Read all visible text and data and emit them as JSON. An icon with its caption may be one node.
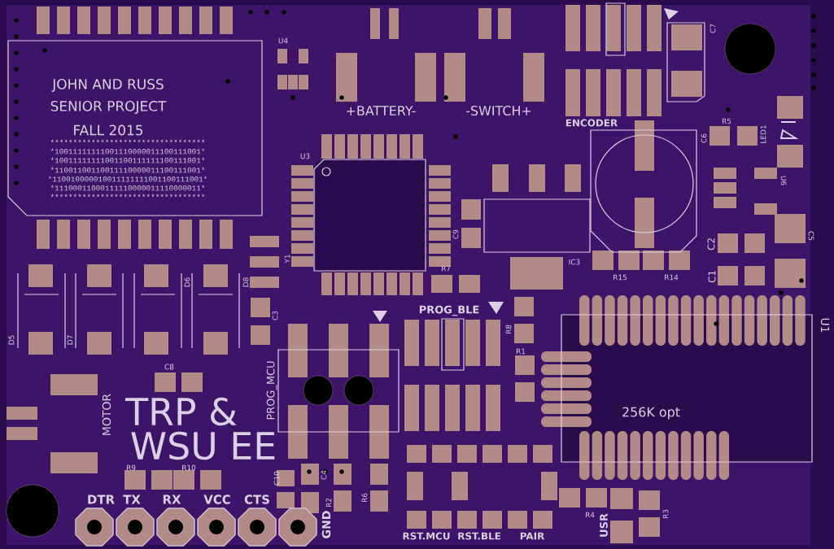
{
  "diagram": {
    "labels": [
      "U4",
      "JOHN AND RUSS",
      "SENIOR PROJECT",
      "FALL 2015",
      "**********************************",
      "*10011111111001110000011100111001*",
      "*10011111111001100111111100111001*",
      "*11001100110011110000011100111001*",
      "*110010000010011111111001100111001*",
      "*11100011000111110000011110000011*",
      "**********************************",
      "+BATTERY-",
      "-SWITCH+",
      "ENCODER",
      "U3",
      "C7",
      "R5",
      "C6",
      "LED1",
      "U6",
      "C9",
      "Y1",
      "IC3",
      "R7",
      "R15",
      "R14",
      "C2",
      "C5",
      "C1",
      "U1",
      "D5",
      "D7",
      "D6",
      "D8",
      "C3",
      "PROG_BLE",
      "R8",
      "R1",
      "C8",
      "PROG_MCU",
      "256K opt",
      "MOTOR",
      "TRP &",
      "WSU EE",
      "R9",
      "R10",
      "C10",
      "C4",
      "DTR",
      "TX",
      "RX",
      "VCC",
      "CTS",
      "R2",
      "R6",
      "GND",
      "RST.MCU",
      "RST.BLE",
      "PAIR",
      "R4",
      "USR",
      "R3"
    ]
  }
}
